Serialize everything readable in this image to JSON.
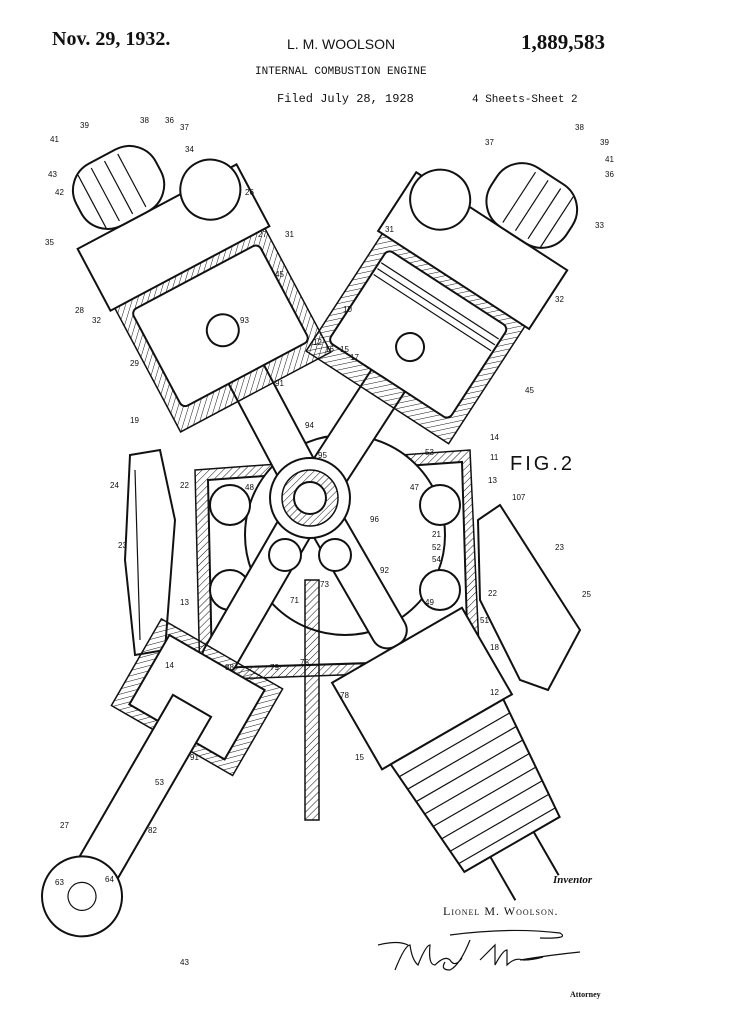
{
  "header": {
    "date": "Nov. 29, 1932.",
    "inventor": "L. M. WOOLSON",
    "patent_number": "1,889,583",
    "title": "INTERNAL COMBUSTION ENGINE",
    "filed": "Filed July 28, 1928",
    "sheets": "4 Sheets-Sheet 2"
  },
  "figure": {
    "label": "FIG.2",
    "reference_numerals": [
      "39",
      "38",
      "36",
      "37",
      "41",
      "34",
      "43",
      "42",
      "26",
      "35",
      "27",
      "31",
      "45",
      "28",
      "32",
      "93",
      "10",
      "29",
      "12",
      "16",
      "15",
      "17",
      "91",
      "19",
      "94",
      "95",
      "48",
      "24",
      "22",
      "23",
      "96",
      "53",
      "47",
      "14",
      "11",
      "13",
      "107",
      "21",
      "52",
      "54",
      "92",
      "73",
      "71",
      "49",
      "51",
      "13",
      "23",
      "22",
      "25",
      "18",
      "14",
      "88",
      "79",
      "75",
      "78",
      "12",
      "15",
      "91",
      "53",
      "27",
      "82",
      "63",
      "64",
      "43",
      "33",
      "38",
      "39",
      "41",
      "36",
      "37",
      "31",
      "32",
      "45"
    ]
  },
  "footer": {
    "inventor_label": "Inventor",
    "inventor_name": "Lionel M. Woolson.",
    "signature": "Milton Tibbetts",
    "attorney_label": "Attorney"
  }
}
